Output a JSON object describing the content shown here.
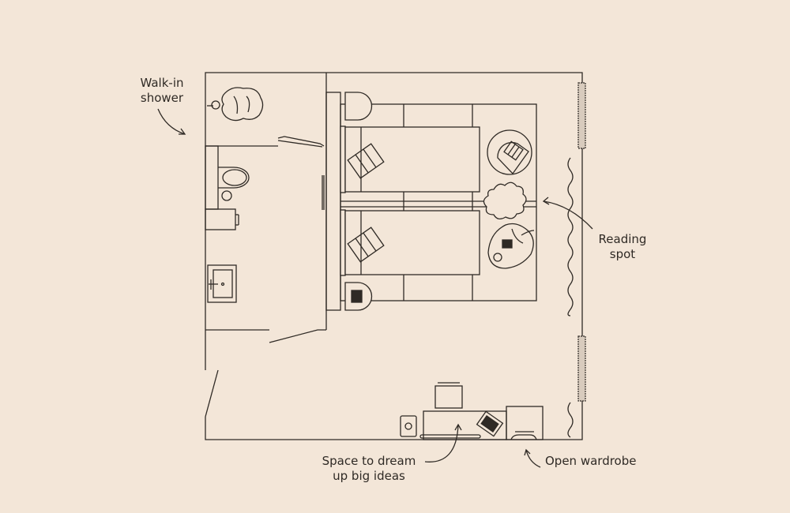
{
  "labels": {
    "shower": [
      "Walk-in",
      "shower"
    ],
    "reading": [
      "Reading",
      "spot"
    ],
    "desk": [
      "Space to dream",
      "up big ideas"
    ],
    "wardrobe": "Open wardrobe"
  },
  "colors": {
    "background": "#f3e6d8",
    "line": "#2f2a25"
  }
}
